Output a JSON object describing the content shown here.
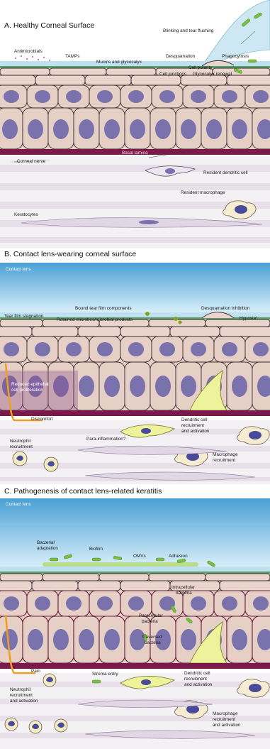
{
  "panelA": {
    "title": "A. Healthy Corneal Surface",
    "labels": {
      "blink": "Blinking and tear flushing",
      "antimicrobials": "Antimicrobials",
      "tamps": "TAMPs",
      "mucins": "Mucins and glycocalyx",
      "desquamation": "Desquamation",
      "phagocytosis": "Phagocytosis",
      "cell_polarity": "Cell polarity",
      "cell_junctions": "Cell junctions",
      "glycocalyx_renewal": "Glycocalyx renewal",
      "basal_lamina": "Basal lamina",
      "corneal_nerve": "Corneal nerve",
      "resident_dc": "Resident dendritic cell",
      "resident_macrophage": "Resident macrophage",
      "keratocytes": "Keratocytes"
    }
  },
  "panelB": {
    "title": "B. Contact lens-wearing corneal surface",
    "labels": {
      "contact_lens": "Contact lens",
      "bound_tear": "Bound tear film components",
      "tear_stagnation": "Tear film stagnation",
      "retained": "Retained microbes/microbial products",
      "desq_inhibition": "Desquamation inhibition",
      "hypoxia": "Hypoxia*",
      "reduced_prolif_1": "Reduced epithelial",
      "reduced_prolif_2": "cell proliferation",
      "discomfort": "Discomfort",
      "dc_recruit_1": "Dendritic cell",
      "dc_recruit_2": "recruitment",
      "dc_recruit_3": "and activation",
      "para_inflammation": "Para-inflammation?",
      "neutrophil_1": "Neutrophil",
      "neutrophil_2": "recruitment",
      "macrophage_1": "Macrophage",
      "macrophage_2": "recruitment"
    }
  },
  "panelC": {
    "title": "C. Pathogenesis of contact lens-related keratitis",
    "labels": {
      "contact_lens": "Contact lens",
      "bact_adapt_1": "Bacterial",
      "bact_adapt_2": "adaptation",
      "biofilm": "Biofilm",
      "omvs": "OMVs",
      "adhesion": "Adhesion",
      "intracellular_1": "Intracellular",
      "intracellular_2": "bacteria",
      "paracellular_1": "Paracellular",
      "paracellular_2": "bacteria",
      "traversed_1": "Traversed",
      "traversed_2": "bacteria",
      "pain": "Pain",
      "stroma_entry": "Stroma entry",
      "dc_1": "Dendritic cell",
      "dc_2": "recruitment",
      "dc_3": "and activation",
      "neutrophil_1": "Neutrophil",
      "neutrophil_2": "recruitment",
      "neutrophil_3": "and activation",
      "macrophage_1": "Macrophage",
      "macrophage_2": "recruitment",
      "macrophage_3": "and activation"
    }
  },
  "colors": {
    "cell_fill": "#e6cfc5",
    "cell_stroke": "#3a2c30",
    "nucleus": "#7a72ad",
    "basal_lamina": "#7a1a4a",
    "stroma_band": "#ece6ee",
    "tear_film": "#bfe0ef",
    "lens_top": "#4aa0d6",
    "lens_bottom": "#d8eef9",
    "bacteria": "#7bc043",
    "dendritic": "#eef29a",
    "nerve": "#f0a020"
  }
}
